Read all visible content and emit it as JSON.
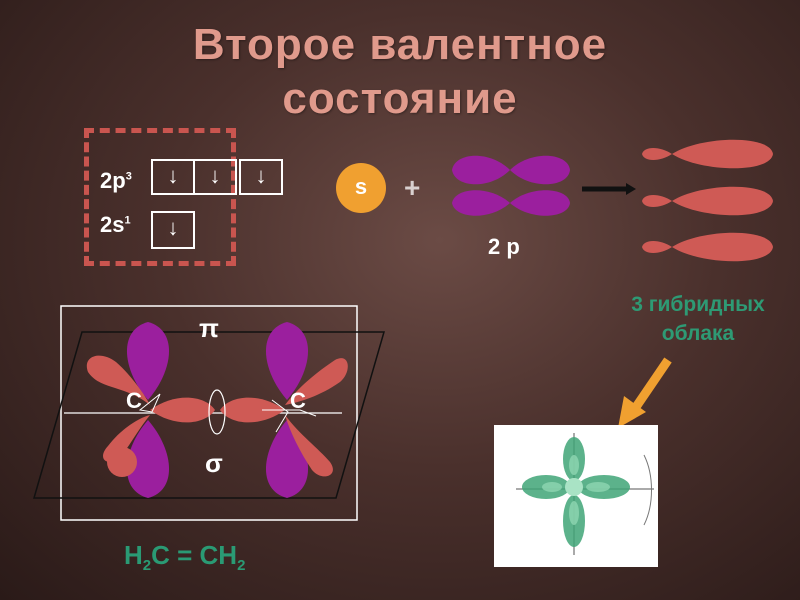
{
  "title": {
    "line1": "Второе валентное",
    "line2": "состояние"
  },
  "config": {
    "p_label": "2p",
    "p_sup": "3",
    "s_label": "2s",
    "s_sup": "1",
    "p_cells": [
      "↓",
      "↓",
      "↓"
    ],
    "s_cells": [
      "↓"
    ]
  },
  "orbitals": {
    "s_label": "s",
    "plus": "+",
    "p_label": "2 p",
    "hybrid_label": "3 гибридных облака"
  },
  "bond": {
    "pi_label": "π",
    "sigma_label": "σ",
    "carbon_left": "C",
    "carbon_right": "C"
  },
  "formula": {
    "part1": "H",
    "sub1": "2",
    "part2": "C = CH",
    "sub2": "2"
  },
  "colors": {
    "background": "#4a302c",
    "title": "#e09a8c",
    "hybrid_orbital": "#cf5a55",
    "p_orbital": "#9b1f9e",
    "s_orbital": "#f0a030",
    "formula": "#2a9a74",
    "inset_orbital": "#3fa577"
  }
}
